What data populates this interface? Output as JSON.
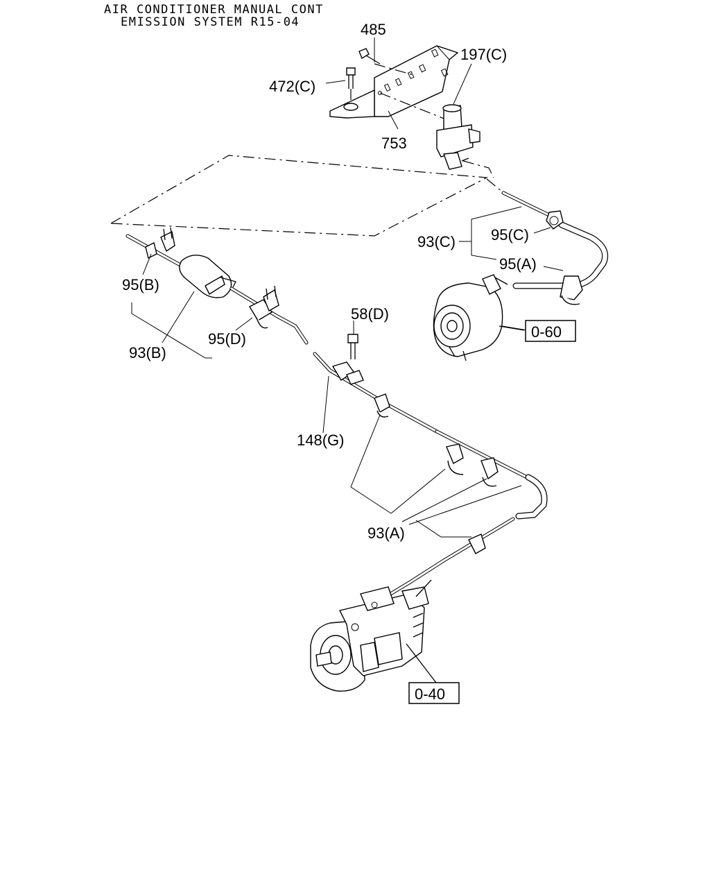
{
  "header": {
    "line1": "AIR CONDITIONER MANUAL CONT",
    "line2": "EMISSION SYSTEM R15-04"
  },
  "callouts": {
    "c485": "485",
    "c472c": "472(C)",
    "c197c": "197(C)",
    "c753": "753",
    "c93c": "93(C)",
    "c95c": "95(C)",
    "c95a": "95(A)",
    "c95b": "95(B)",
    "c93b": "93(B)",
    "c95d": "95(D)",
    "c58d": "58(D)",
    "c148g": "148(G)",
    "c93a": "93(A)"
  },
  "references": {
    "r060": "0-60",
    "r040": "0-40"
  }
}
